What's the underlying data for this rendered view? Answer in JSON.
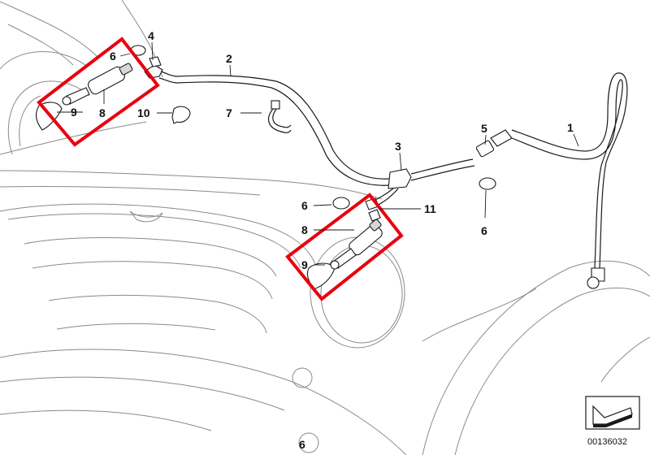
{
  "callouts": [
    {
      "id": "callout-1",
      "text": "1"
    },
    {
      "id": "callout-2",
      "text": "2"
    },
    {
      "id": "callout-3",
      "text": "3"
    },
    {
      "id": "callout-4",
      "text": "4"
    },
    {
      "id": "callout-5",
      "text": "5"
    },
    {
      "id": "callout-6a",
      "text": "6"
    },
    {
      "id": "callout-6b",
      "text": "6"
    },
    {
      "id": "callout-6c",
      "text": "6"
    },
    {
      "id": "callout-6d",
      "text": "6"
    },
    {
      "id": "callout-7",
      "text": "7"
    },
    {
      "id": "callout-8a",
      "text": "8"
    },
    {
      "id": "callout-8b",
      "text": "8"
    },
    {
      "id": "callout-9a",
      "text": "9"
    },
    {
      "id": "callout-9b",
      "text": "9"
    },
    {
      "id": "callout-10",
      "text": "10"
    },
    {
      "id": "callout-11",
      "text": "11"
    }
  ],
  "diagram_id": "00136032",
  "colors": {
    "highlight": "#e8000f",
    "ink": "#1a1a1a",
    "body_outline": "#8a8a8a"
  },
  "icons": {
    "arrow_badge": "corner-arrow-icon"
  }
}
